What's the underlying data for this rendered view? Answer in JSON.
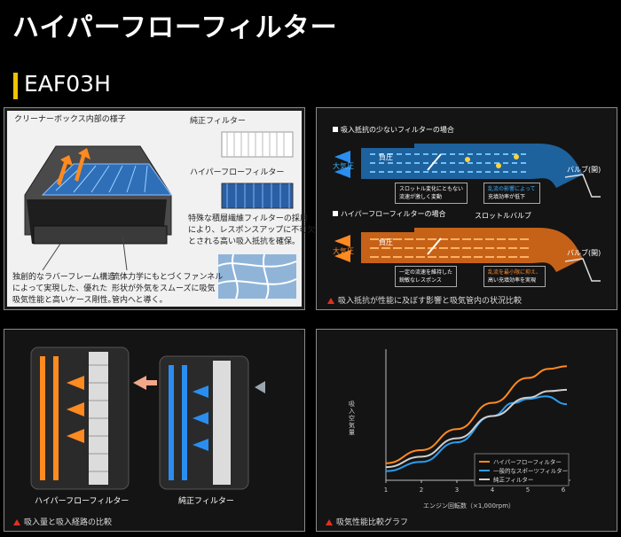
{
  "page": {
    "title": "ハイパーフローフィルター",
    "model": "EAF03H",
    "accent": "#f2c200"
  },
  "panel_box": {
    "label": "クリーナーボックス内部の様子",
    "standard_filter": "純正フィルター",
    "hyper_filter": "ハイパーフローフィルター",
    "desc1": [
      "特殊な積層繊維フィルターの採用",
      "により、レスポンスアップに不可欠",
      "とされる高い吸入抵抗を確保。"
    ],
    "desc2": [
      "独創的なラバーフレーム構造",
      "によって実現した、優れた",
      "吸気性能と高いケース剛性。"
    ],
    "desc3": [
      "流体力学にもとづくファンネル",
      "形状が外気をスムーズに吸気",
      "管内へと導く。"
    ]
  },
  "panel_flow": {
    "case1_title": "吸入抵抗の少ないフィルターの場合",
    "case2_title": "ハイパーフローフィルターの場合",
    "outside_air": "大気圧",
    "negative_pressure": "負圧",
    "throttle_valve": "スロットルバルブ",
    "valve_open": "バルブ(開)",
    "box1": [
      "スロットル変化にともない",
      "流速が激しく変動"
    ],
    "box2": [
      "乱流の影響によって",
      "充填効率が低下"
    ],
    "box3": [
      "一定の流速を維持した",
      "鋭敏なレスポンス"
    ],
    "box4": [
      "乱流を最小限に抑え、",
      "高い充填効率を実現"
    ],
    "caption": "吸入抵抗が性能に及ぼす影響と吸気管内の状況比較"
  },
  "panel_compare": {
    "left_label": "ハイパーフローフィルター",
    "right_label": "純正フィルター",
    "caption": "吸入量と吸入経路の比較"
  },
  "panel_graph": {
    "caption": "吸気性能比較グラフ",
    "chart_data": {
      "type": "line",
      "title": "",
      "xlabel": "エンジン回転数（×1,000rpm）",
      "ylabel": "吸入空気量",
      "x": [
        1,
        2,
        3,
        4,
        5,
        6
      ],
      "xlim": [
        1,
        6.2
      ],
      "ylim": [
        0,
        10
      ],
      "legend_position": "bottom-right",
      "series": [
        {
          "name": "ハイパーフローフィルター",
          "color": "#ff8a20",
          "points": [
            [
              1,
              1.3
            ],
            [
              2,
              2.3
            ],
            [
              3,
              3.9
            ],
            [
              4,
              5.9
            ],
            [
              5,
              7.8
            ],
            [
              5.6,
              8.5
            ],
            [
              6.1,
              8.7
            ]
          ]
        },
        {
          "name": "一般的なスポーツフィルター",
          "color": "#2a9ef0",
          "points": [
            [
              1,
              0.7
            ],
            [
              2,
              1.4
            ],
            [
              3,
              2.9
            ],
            [
              4,
              4.9
            ],
            [
              4.6,
              5.9
            ],
            [
              5,
              6.2
            ],
            [
              5.5,
              6.4
            ],
            [
              6.1,
              5.8
            ]
          ]
        },
        {
          "name": "純正フィルター",
          "color": "#cfcfcf",
          "points": [
            [
              1,
              1.0
            ],
            [
              2,
              1.8
            ],
            [
              3,
              3.2
            ],
            [
              4,
              4.9
            ],
            [
              5,
              6.3
            ],
            [
              5.6,
              6.8
            ],
            [
              6.1,
              6.9
            ]
          ]
        }
      ]
    }
  }
}
